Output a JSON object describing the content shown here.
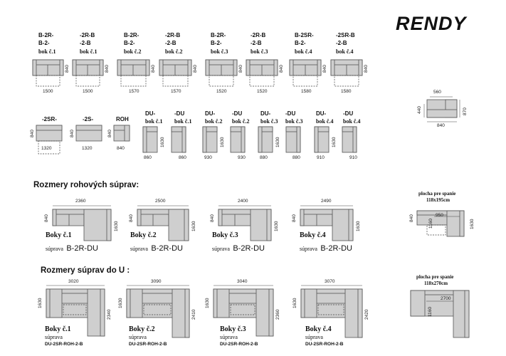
{
  "brand": "RENDY",
  "modules_top": [
    {
      "left": "B-2R-",
      "right": "-2R-B",
      "left2": "B-2-",
      "right2": "-2-B",
      "bok": "bok č.1",
      "w1": "1500",
      "w2": "1500",
      "d": "840"
    },
    {
      "left": "B-2R-",
      "right": "-2R-B",
      "left2": "B-2-",
      "right2": "-2-B",
      "bok": "bok č.2",
      "w1": "1570",
      "w2": "1570",
      "d": "840"
    },
    {
      "left": "B-2R-",
      "right": "-2R-B",
      "left2": "B-2-",
      "right2": "-2-B",
      "bok": "bok č.3",
      "w1": "1520",
      "w2": "1520",
      "d": "840"
    },
    {
      "left": "B-2SR-",
      "right": "-2SR-B",
      "left2": "B-2-",
      "right2": "-2-B",
      "bok": "bok č.4",
      "w1": "1580",
      "w2": "1580",
      "d": "840"
    }
  ],
  "modules_mid": [
    {
      "label": "-2SR-",
      "w": "1320",
      "d": "840"
    },
    {
      "label": "-2S-",
      "w": "1320",
      "d": "840"
    },
    {
      "label": "ROH",
      "w": "840",
      "d": "840"
    }
  ],
  "du_modules": [
    {
      "left": "DU-",
      "right": "-DU",
      "bok": "bok č.1",
      "w1": "860",
      "w2": "860",
      "d": "1630"
    },
    {
      "left": "DU-",
      "right": "-DU",
      "bok": "bok č.2",
      "w1": "930",
      "w2": "930",
      "d": "1630"
    },
    {
      "left": "DU-",
      "right": "-DU",
      "bok": "bok č.3",
      "w1": "880",
      "w2": "880",
      "d": "1630"
    },
    {
      "left": "DU-",
      "right": "-DU",
      "bok": "bok č.4",
      "w1": "910",
      "w2": "910",
      "d": "1630"
    }
  ],
  "side_view": {
    "w": "560",
    "d": "840",
    "h": "870",
    "h2": "440"
  },
  "corner_title": "Rozmery rohových súprav:",
  "corner_sets": [
    {
      "w": "2360",
      "d": "840",
      "l": "1630",
      "boky": "Boky č.1",
      "suprava": "súprava",
      "code": "B-2R-DU"
    },
    {
      "w": "2500",
      "d": "840",
      "l": "1630",
      "boky": "Boky č.2",
      "suprava": "súprava",
      "code": "B-2R-DU"
    },
    {
      "w": "2400",
      "d": "840",
      "l": "1630",
      "boky": "Boky č.3",
      "suprava": "súprava",
      "code": "B-2R-DU"
    },
    {
      "w": "2490",
      "d": "840",
      "l": "1630",
      "boky": "Boky č.4",
      "suprava": "súprava",
      "code": "B-2R-DU"
    }
  ],
  "sleep_corner": {
    "title1": "plocha pre spanie",
    "title2": "118x195cm",
    "w": "950",
    "d": "840",
    "h": "1160",
    "l": "1630"
  },
  "u_title": "Rozmery súprav do U :",
  "u_sets": [
    {
      "w": "3020",
      "d": "1630",
      "l": "2340",
      "boky": "Boky č.1",
      "suprava": "súprava",
      "code": "DU-2SR-ROH-2-B"
    },
    {
      "w": "3090",
      "d": "1630",
      "l": "2410",
      "boky": "Boky č.2",
      "suprava": "súprava",
      "code": "DU-2SR-ROH-2-B"
    },
    {
      "w": "3040",
      "d": "1630",
      "l": "2360",
      "boky": "Boky č.3",
      "suprava": "súprava",
      "code": "DU-2SR-ROH-2-B"
    },
    {
      "w": "3070",
      "d": "1630",
      "l": "2420",
      "boky": "Boky č.4",
      "suprava": "súprava",
      "code": "DU-2SR-ROH-2-B"
    }
  ],
  "sleep_u": {
    "title1": "plocha pre spanie",
    "title2": "118x270cm",
    "w": "2700",
    "h": "1160"
  }
}
